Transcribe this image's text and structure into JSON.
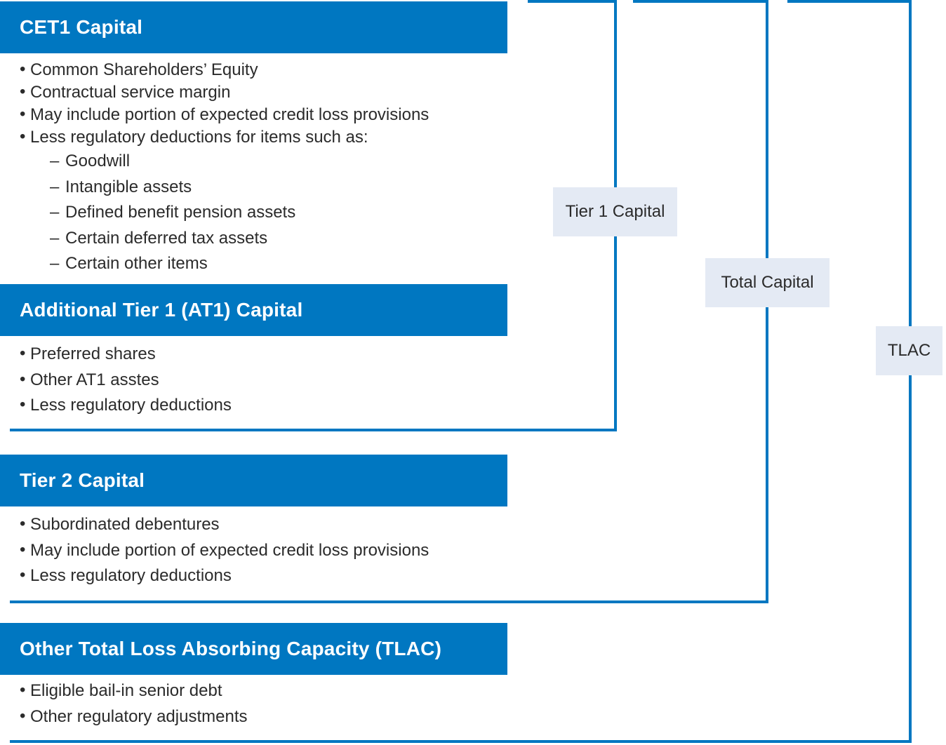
{
  "diagram": {
    "sections": [
      {
        "title": "CET1 Capital",
        "bullets": [
          "Common Shareholders’ Equity",
          "Contractual service margin",
          "May include portion of expected credit loss provisions",
          "Less regulatory deductions for items such as:"
        ],
        "sub_bullets": [
          "Goodwill",
          "Intangible assets",
          "Defined benefit pension assets",
          "Certain deferred tax assets",
          "Certain other items"
        ]
      },
      {
        "title": "Additional Tier 1 (AT1) Capital",
        "bullets": [
          "Preferred shares",
          "Other AT1 asstes",
          "Less regulatory deductions"
        ]
      },
      {
        "title": "Tier 2 Capital",
        "bullets": [
          "Subordinated debentures",
          "May include portion of expected credit loss provisions",
          "Less regulatory deductions"
        ]
      },
      {
        "title": "Other Total Loss Absorbing Capacity (TLAC)",
        "bullets": [
          "Eligible bail-in senior debt",
          "Other regulatory adjustments"
        ]
      }
    ],
    "brackets": [
      {
        "label": "Tier 1 Capital"
      },
      {
        "label": "Total Capital"
      },
      {
        "label": "TLAC"
      }
    ],
    "colors": {
      "accent_blue": "#0077c1",
      "label_background": "#e4eaf4",
      "bullet_text": "#2b2b2b",
      "header_text": "#ffffff"
    }
  }
}
